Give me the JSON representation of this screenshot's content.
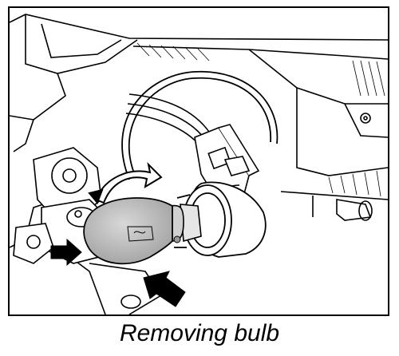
{
  "caption": "Removing bulb",
  "colors": {
    "line": "#000000",
    "bulb_glass": "#bdbdbd",
    "background": "#ffffff"
  },
  "icons": [
    "turn-arrow",
    "pointer-arrow"
  ]
}
